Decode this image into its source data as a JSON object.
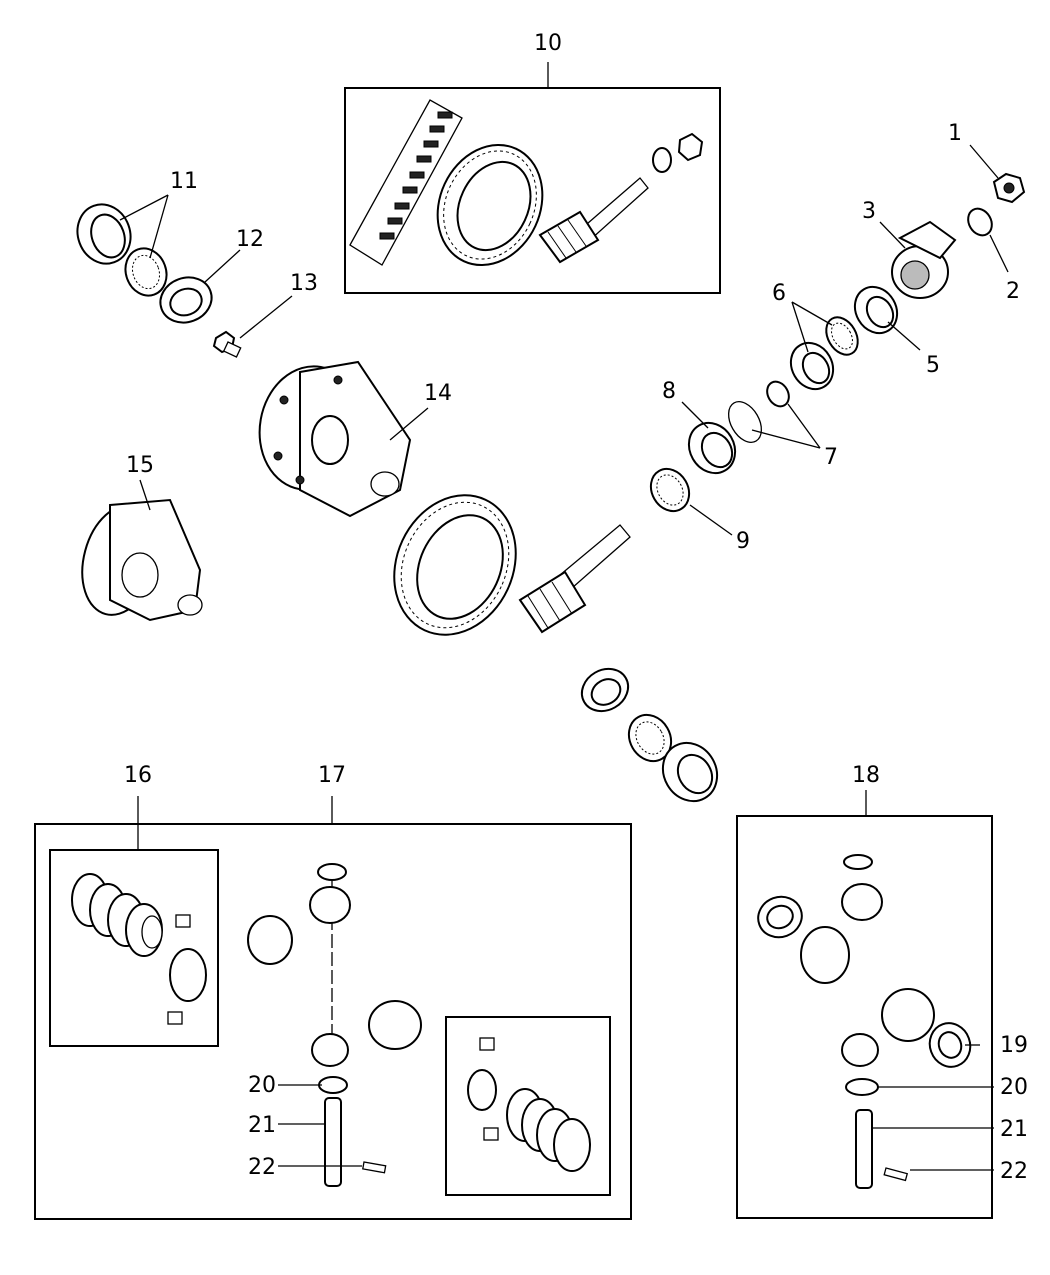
{
  "callouts": [
    {
      "id": "c1",
      "label": "1"
    },
    {
      "id": "c2",
      "label": "2"
    },
    {
      "id": "c3",
      "label": "3"
    },
    {
      "id": "c5",
      "label": "5"
    },
    {
      "id": "c6",
      "label": "6"
    },
    {
      "id": "c7",
      "label": "7"
    },
    {
      "id": "c8",
      "label": "8"
    },
    {
      "id": "c9",
      "label": "9"
    },
    {
      "id": "c10",
      "label": "10"
    },
    {
      "id": "c11",
      "label": "11"
    },
    {
      "id": "c12",
      "label": "12"
    },
    {
      "id": "c13",
      "label": "13"
    },
    {
      "id": "c14",
      "label": "14"
    },
    {
      "id": "c15",
      "label": "15"
    },
    {
      "id": "c16",
      "label": "16"
    },
    {
      "id": "c17",
      "label": "17"
    },
    {
      "id": "c18",
      "label": "18"
    },
    {
      "id": "c19",
      "label": "19"
    },
    {
      "id": "c20a",
      "label": "20"
    },
    {
      "id": "c21a",
      "label": "21"
    },
    {
      "id": "c22a",
      "label": "22"
    },
    {
      "id": "c20b",
      "label": "20"
    },
    {
      "id": "c21b",
      "label": "21"
    },
    {
      "id": "c22b",
      "label": "22"
    }
  ]
}
